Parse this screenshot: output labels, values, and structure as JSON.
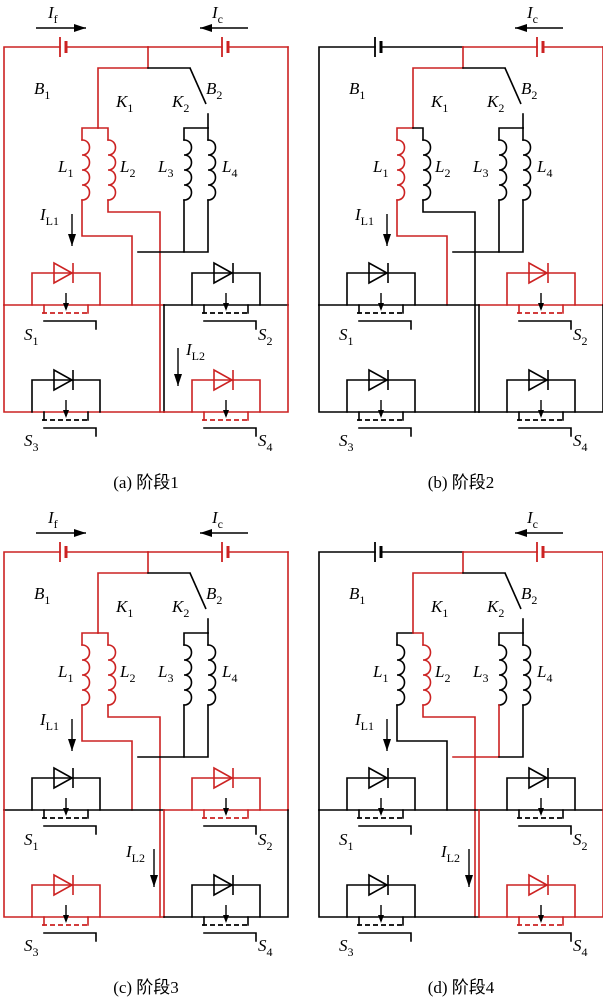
{
  "figure": {
    "colors": {
      "active": "#cc2222",
      "idle": "#000000"
    },
    "labels": {
      "If": {
        "main": "I",
        "sub": "f"
      },
      "Ic": {
        "main": "I",
        "sub": "c"
      },
      "B1": {
        "main": "B",
        "sub": "1"
      },
      "B2": {
        "main": "B",
        "sub": "2"
      },
      "K1": {
        "main": "K",
        "sub": "1"
      },
      "K2": {
        "main": "K",
        "sub": "2"
      },
      "L1": {
        "main": "L",
        "sub": "1"
      },
      "L2": {
        "main": "L",
        "sub": "2"
      },
      "L3": {
        "main": "L",
        "sub": "3"
      },
      "L4": {
        "main": "L",
        "sub": "4"
      },
      "IL1": {
        "main": "I",
        "sub": "L1"
      },
      "IL2": {
        "main": "I",
        "sub": "L2"
      },
      "S1": {
        "main": "S",
        "sub": "1"
      },
      "S2": {
        "main": "S",
        "sub": "2"
      },
      "S3": {
        "main": "S",
        "sub": "3"
      },
      "S4": {
        "main": "S",
        "sub": "4"
      }
    },
    "panels": [
      {
        "id": "a",
        "caption": "(a) 阶段1",
        "show_If": true,
        "show_IL1": true,
        "show_IL2": true,
        "IL2_pos": "upper",
        "active": [
          "b1",
          "b2",
          "k1",
          "l1",
          "l2",
          "cross_left",
          "s1",
          "s4",
          "left_rail",
          "right_rail"
        ]
      },
      {
        "id": "b",
        "caption": "(b) 阶段2",
        "show_If": false,
        "show_IL1": true,
        "show_IL2": false,
        "IL2_pos": "upper",
        "active": [
          "b2",
          "k1",
          "l1",
          "cross_left",
          "s2",
          "right_upper"
        ]
      },
      {
        "id": "c",
        "caption": "(c) 阶段3",
        "show_If": true,
        "show_IL1": true,
        "show_IL2": true,
        "IL2_pos": "lower",
        "active": [
          "b1",
          "b2",
          "k1",
          "l1",
          "l2",
          "cross_left",
          "s2",
          "s3",
          "left_rail",
          "right_upper",
          "lower_mid"
        ]
      },
      {
        "id": "d",
        "caption": "(d) 阶段4",
        "show_If": false,
        "show_IL1": true,
        "show_IL2": true,
        "IL2_pos": "lower",
        "active": [
          "b2",
          "k1",
          "l2",
          "s4",
          "right_rail",
          "lower_mid",
          "cross_right"
        ]
      }
    ]
  }
}
